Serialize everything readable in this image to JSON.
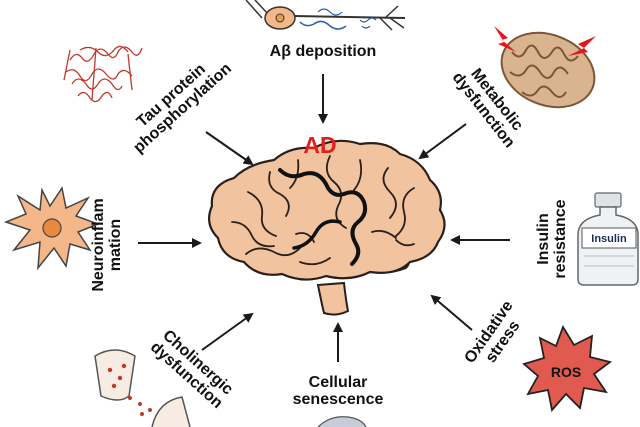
{
  "diagram": {
    "center_label": "AD",
    "factors": {
      "abeta": "Aβ deposition",
      "tau_line1": "Tau protein",
      "tau_line2": "phosphorylation",
      "metabolic_line1": "Metabolic",
      "metabolic_line2": "dysfunction",
      "neuro_line1": "Neuroinflam",
      "neuro_line2": "mation",
      "insulin_line1": "Insulin",
      "insulin_line2": "resistance",
      "cholinergic_line1": "Cholinergic",
      "cholinergic_line2": "dysfunction",
      "cellular_line1": "Cellular",
      "cellular_line2": "senescence",
      "oxidative_line1": "Oxidative",
      "oxidative_line2": "stress"
    },
    "vial_label": "Insulin",
    "ros_label": "ROS",
    "colors": {
      "center_label": "#e0201b",
      "brain_fill": "#f1c39e",
      "brain_stroke": "#2a1f1a",
      "neuron_fill": "#f4b78a",
      "tau_protein": "#c0392b",
      "mitochondria": "#d9b48f",
      "lightning": "#e3161b",
      "ros_burst": "#e05a4f",
      "arrow": "#1a1a1a"
    }
  }
}
